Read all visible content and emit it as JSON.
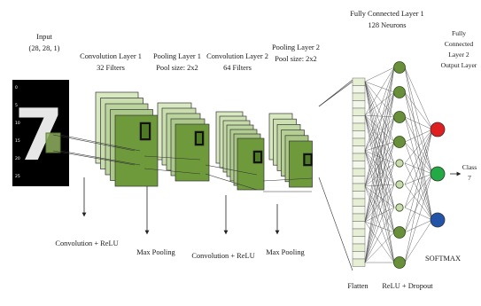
{
  "input": {
    "title": "Input",
    "shape": "(28, 28, 1)",
    "digit": "7",
    "axis_ticks": [
      "0",
      "5",
      "10",
      "15",
      "20",
      "25"
    ]
  },
  "conv1": {
    "title": "Convolution Layer 1",
    "filters": "32 Filters"
  },
  "pool1": {
    "title": "Pooling Layer 1",
    "size": "Pool size: 2x2"
  },
  "conv2": {
    "title": "Convolution Layer 2",
    "filters": "64 Filters"
  },
  "pool2": {
    "title": "Pooling Layer 2",
    "size": "Pool size: 2x2"
  },
  "fc1": {
    "title": "Fully Connected Layer 1",
    "neurons": "128 Neurons"
  },
  "fc2": {
    "lines": [
      "Fully",
      "Connected",
      "Layer 2",
      "Output Layer"
    ]
  },
  "output_class": {
    "lines": [
      "Class",
      "7"
    ]
  },
  "bottom_labels": {
    "conv_relu_1": "Convolution + ReLU",
    "max_pool_1": "Max Pooling",
    "conv_relu_2": "Convolution + ReLU",
    "max_pool_2": "Max Pooling",
    "flatten": "Flatten",
    "relu_dropout": "ReLU + Dropout",
    "softmax": "SOFTMAX"
  },
  "colors": {
    "map_light": "#d8e8c0",
    "map_dark": "#6e9a3c",
    "neuron_green": "#6a8f3a",
    "neuron_light": "#c8dcb0",
    "output_red": "#e02020",
    "output_green": "#22aa44",
    "output_blue": "#2255aa"
  }
}
